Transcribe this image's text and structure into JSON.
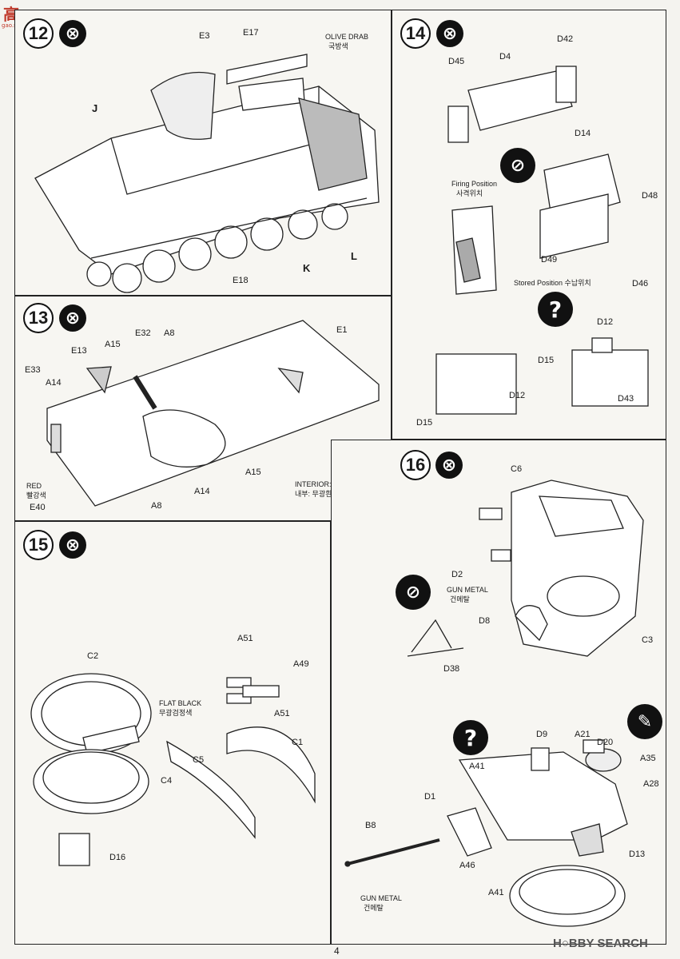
{
  "logo": {
    "text": "高",
    "sub": "gao.shan.com"
  },
  "page_number": "4",
  "watermark": "H○BBY SEARCH",
  "steps": {
    "s12": {
      "num": "12",
      "labels": {
        "e3": "E3",
        "e17": "E17",
        "olive": "OLIVE DRAB",
        "olive_ko": "국방색",
        "j": "J",
        "k": "K",
        "l": "L",
        "e18": "E18"
      }
    },
    "s13": {
      "num": "13",
      "labels": {
        "e13": "E13",
        "a15a": "A15",
        "e32": "E32",
        "a8a": "A8",
        "e1": "E1",
        "e33": "E33",
        "a14a": "A14",
        "red": "RED",
        "red_ko": "빨강색",
        "e40": "E40",
        "a8b": "A8",
        "a14b": "A14",
        "a15b": "A15",
        "interior": "INTERIOR:FLAT OFF WHITE",
        "interior_ko": "내부: 무광흰색"
      }
    },
    "s14": {
      "num": "14",
      "labels": {
        "d45": "D45",
        "d4": "D4",
        "d42": "D42",
        "d14": "D14",
        "firing": "Firing Position",
        "firing_ko": "사격위치",
        "d48": "D48",
        "d49": "D49",
        "d46": "D46",
        "stored": "Stored Position 수납위치",
        "d12a": "D12",
        "d15a": "D15",
        "d12b": "D12",
        "d15b": "D15",
        "d43": "D43"
      }
    },
    "s15": {
      "num": "15",
      "labels": {
        "a51a": "A51",
        "a49": "A49",
        "flat_black": "FLAT BLACK",
        "flat_black_ko": "무광검정색",
        "a51b": "A51",
        "c2": "C2",
        "c4": "C4",
        "c5": "C5",
        "c1": "C1",
        "d16": "D16"
      }
    },
    "s16": {
      "num": "16",
      "labels": {
        "c6": "C6",
        "d2": "D2",
        "gun_metal": "GUN METAL",
        "gun_metal_ko": "건메탈",
        "d8": "D8",
        "c3": "C3",
        "d38": "D38",
        "d9": "D9",
        "a21": "A21",
        "d20": "D20",
        "a35": "A35",
        "a28": "A28",
        "a41a": "A41",
        "d1": "D1",
        "b8": "B8",
        "a46": "A46",
        "gun_metal2": "GUN METAL",
        "gun_metal2_ko": "건메탈",
        "a41b": "A41",
        "d13": "D13"
      }
    }
  },
  "icons": {
    "glue": "glue-icon",
    "no_glue": "no-glue-icon",
    "question": "question-icon",
    "paint": "paint-brush-icon"
  }
}
